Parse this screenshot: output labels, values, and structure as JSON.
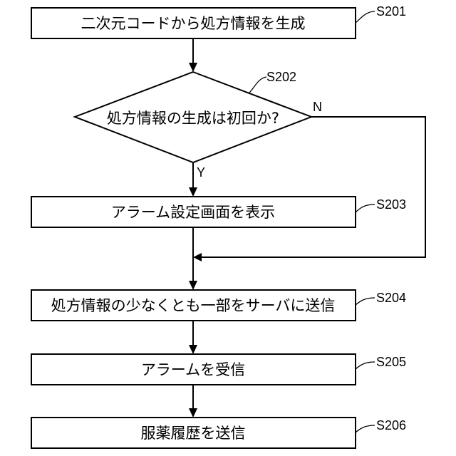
{
  "steps": {
    "s201": {
      "label": "S201",
      "text": "二次元コードから処方情報を生成"
    },
    "s202": {
      "label": "S202",
      "text": "処方情報の生成は初回か?"
    },
    "s203": {
      "label": "S203",
      "text": "アラーム設定画面を表示"
    },
    "s204": {
      "label": "S204",
      "text": "処方情報の少なくとも一部をサーバに送信"
    },
    "s205": {
      "label": "S205",
      "text": "アラームを受信"
    },
    "s206": {
      "label": "S206",
      "text": "服薬履歴を送信"
    }
  },
  "branches": {
    "yes": "Y",
    "no": "N"
  }
}
